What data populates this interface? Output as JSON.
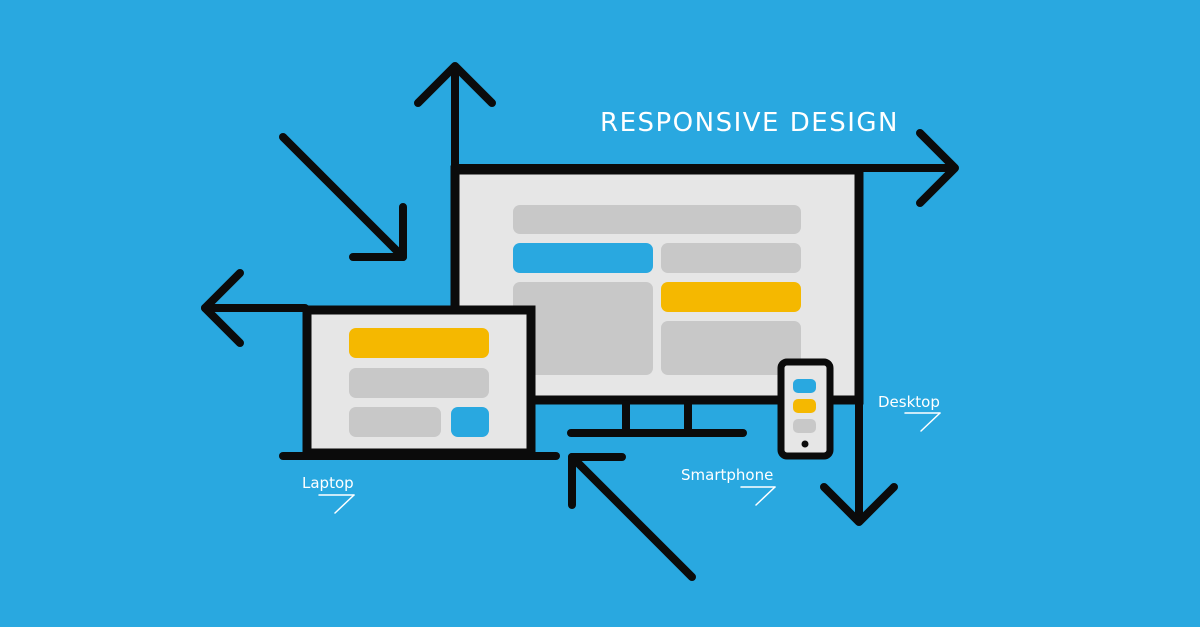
{
  "title": "RESPONSIVE DESIGN",
  "devices": {
    "desktop": {
      "label": "Desktop"
    },
    "laptop": {
      "label": "Laptop"
    },
    "smartphone": {
      "label": "Smartphone"
    }
  },
  "colors": {
    "background": "#29a8e0",
    "outline": "#0b0b0b",
    "screen": "#e6e6e6",
    "placeholder": "#c8c8c8",
    "accent_blue": "#29a8e0",
    "accent_yellow": "#f5b800",
    "text": "#ffffff"
  },
  "icons": [
    "arrow-up-icon",
    "arrow-right-icon",
    "arrow-left-icon",
    "arrow-down-icon",
    "arrow-diagonal-in-icon",
    "arrow-diagonal-out-icon"
  ]
}
